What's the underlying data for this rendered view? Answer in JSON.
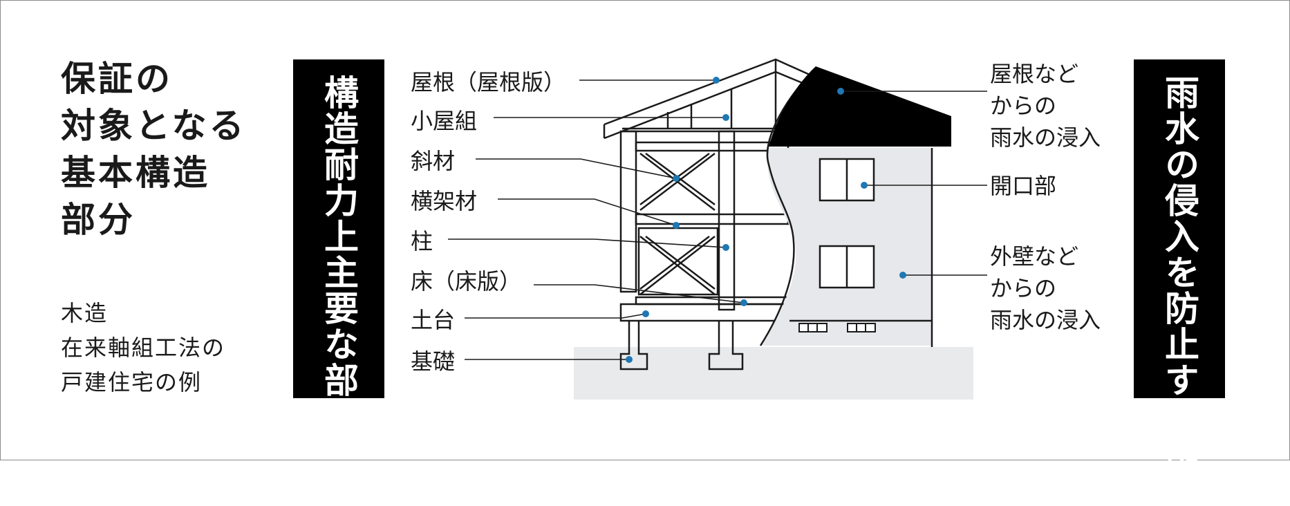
{
  "heading": [
    "保証の",
    "対象となる",
    "基本構造",
    "部分"
  ],
  "caption": [
    "木造",
    "在来軸組工法の",
    "戸建住宅の例"
  ],
  "panel_structural": [
    "構造耐力上",
    "主要な部分"
  ],
  "panel_water": [
    "雨水の侵入を",
    "防止する部分"
  ],
  "labels_left": [
    "屋根（屋根版）",
    "小屋組",
    "斜材",
    "横架材",
    "柱",
    "床（床版）",
    "土台",
    "基礎"
  ],
  "labels_right": {
    "roof_water": [
      "屋根など",
      "からの",
      "雨水の浸入"
    ],
    "opening": "開口部",
    "wall_water": [
      "外壁など",
      "からの",
      "雨水の浸入"
    ]
  },
  "colors": {
    "dot": "#1f78b4",
    "panel": "#000000",
    "wall_fill": "#e6e8eb",
    "ground": "#e8eaec"
  }
}
